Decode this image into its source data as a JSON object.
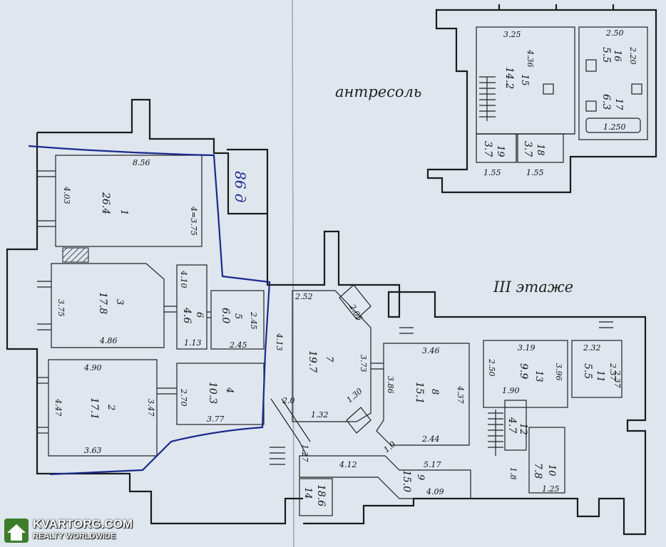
{
  "labels": {
    "mezzanine_title": "антресоль",
    "floor_title": "III этаже",
    "handwritten": "86 д"
  },
  "rooms": {
    "r1": {
      "num": "1",
      "area": "26.4",
      "w": "8.56",
      "h": "4.03",
      "side": "4=3.75"
    },
    "r2": {
      "num": "2",
      "area": "17.1",
      "w": "4.90",
      "w2": "3.63",
      "h": "4.47",
      "side": "3.47"
    },
    "r3": {
      "num": "3",
      "area": "17.8",
      "w": "4.86",
      "h": "3.75"
    },
    "r4": {
      "num": "4",
      "area": "10.3",
      "w": "3.77",
      "h": "2.70"
    },
    "r5": {
      "num": "5",
      "area": "6.0",
      "w": "2.45",
      "h": "2.45"
    },
    "r6": {
      "num": "6",
      "area": "4.6",
      "h": "4.10",
      "w": "1.13"
    },
    "r7": {
      "num": "7",
      "area": "19.7",
      "w": "2.52",
      "w2": "1.32",
      "h": "4.13",
      "side": "3.73",
      "diag": "2.05"
    },
    "r8": {
      "num": "8",
      "area": "15.1",
      "w": "3.46",
      "w2": "2.44",
      "h": "3.86",
      "side": "4.37"
    },
    "r9": {
      "num": "9",
      "area": "15.0",
      "w": "4.09",
      "w2": "5.17"
    },
    "r10": {
      "num": "10",
      "area": "7.8",
      "w": "1.25",
      "h": "1.8"
    },
    "r11": {
      "num": "11",
      "area": "5.5",
      "w": "2.32",
      "h": "2.37"
    },
    "r12": {
      "num": "12",
      "area": "4.7"
    },
    "r13": {
      "num": "13",
      "area": "9.9",
      "w": "3.19",
      "w2": "1.90",
      "h": "2.50",
      "side": "3.96"
    },
    "r14": {
      "num": "14",
      "area": "18.6",
      "w": "4.12",
      "h": "1.27"
    },
    "r15": {
      "num": "15",
      "area": "14.2",
      "w": "3.25",
      "h": "4.36"
    },
    "r16": {
      "num": "16",
      "area": "5.5",
      "w": "2.50",
      "h": "2.20"
    },
    "r17": {
      "num": "17",
      "area": "6.3",
      "w": "1.250"
    },
    "r18": {
      "num": "18",
      "area": "3.7",
      "w": "1.55"
    },
    "r19": {
      "num": "19",
      "area": "3.7",
      "w": "1.55"
    }
  },
  "misc": {
    "d1": "2.0",
    "d2": "1.30",
    "d3": "1.0",
    "d4": "2.37"
  },
  "watermark": {
    "line1": "KVARTORG.COM",
    "line2": "REALTY WORLDWIDE"
  }
}
